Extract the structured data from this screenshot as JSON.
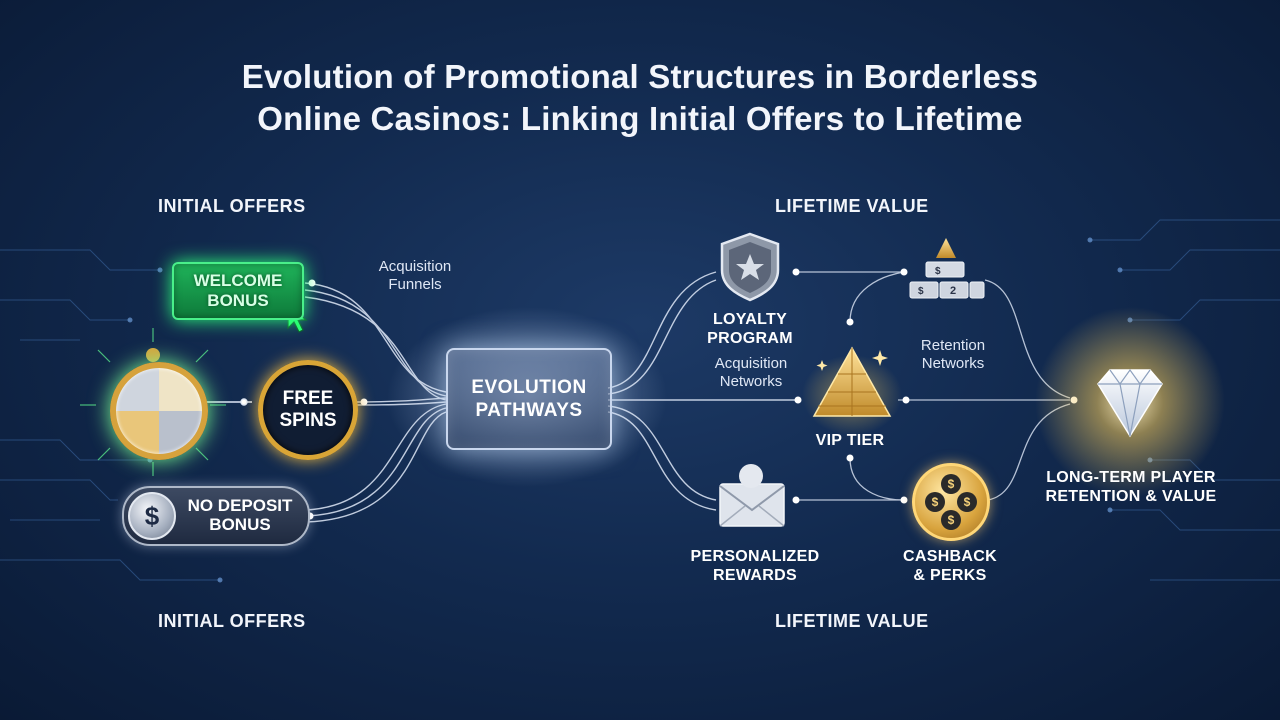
{
  "title": {
    "line1": "Evolution of Promotional Structures in Borderless",
    "line2": "Online Casinos: Linking Initial Offers to Lifetime"
  },
  "sections": {
    "initial_top": "INITIAL OFFERS",
    "initial_bottom": "INITIAL OFFERS",
    "lifetime_top": "LIFETIME VALUE",
    "lifetime_bottom": "LIFETIME VALUE"
  },
  "offers": {
    "welcome_line1": "WELCOME",
    "welcome_line2": "BONUS",
    "free_line1": "FREE",
    "free_line2": "SPINS",
    "nodeposit_line1": "NO DEPOSIT",
    "nodeposit_line2": "BONUS",
    "dollar_symbol": "$"
  },
  "labels": {
    "acq_funnels_line1": "Acquisition",
    "acq_funnels_line2": "Funnels",
    "acq_networks_line1": "Acquisition",
    "acq_networks_line2": "Networks",
    "retention_line1": "Retention",
    "retention_line2": "Networks"
  },
  "hub": {
    "line1": "EVOLUTION",
    "line2": "PATHWAYS"
  },
  "lifetime": {
    "loyalty_line1": "LOYALTY",
    "loyalty_line2": "PROGRAM",
    "vip": "VIP TIER",
    "personalized_line1": "PERSONALIZED",
    "personalized_line2": "REWARDS",
    "cashback_line1": "CASHBACK",
    "cashback_line2": "& PERKS",
    "ingot_mark_1": "$",
    "ingot_mark_2": "2",
    "ingot_mark_3": "$",
    "cashback_coin_mark": "$"
  },
  "outcome": {
    "line1": "LONG-TERM PLAYER",
    "line2": "RETENTION & VALUE"
  },
  "colors": {
    "background": "#122a4f",
    "welcome_green": "#1fb35a",
    "gold": "#d9a536",
    "silver": "#aeb8c8",
    "connector": "#dfe8f7"
  }
}
